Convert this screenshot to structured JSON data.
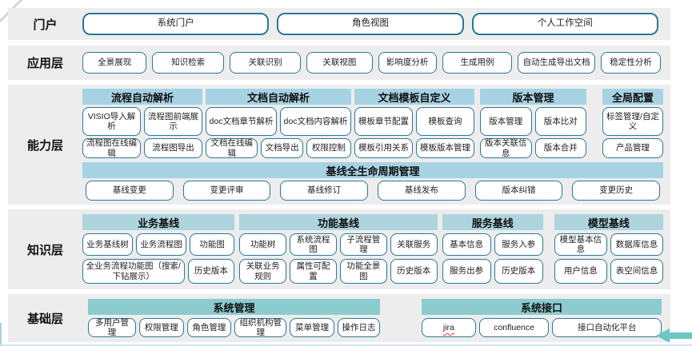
{
  "colors": {
    "band_bg": "#ededed",
    "header_blue": "#a6d3e4",
    "header_knowledge": "#aed4de",
    "header_teal": "#8ccbce",
    "box_border": "#2a7894",
    "arrow": "#6ec5c3",
    "bottom_line": "#cfe4f0"
  },
  "portal": {
    "label": "门户",
    "items": [
      "系统门户",
      "角色视图",
      "个人工作空间"
    ]
  },
  "application": {
    "label": "应用层",
    "items": [
      "全景展现",
      "知识检索",
      "关联识别",
      "关联视图",
      "影响度分析",
      "生成用例",
      "自动生成导出文档",
      "稳定性分析"
    ]
  },
  "capability": {
    "label": "能力层",
    "groups": [
      {
        "title": "流程自动解析",
        "rows": [
          [
            "VISIO导入解析",
            "流程图前端展示"
          ],
          [
            "流程图在线编辑",
            "流程图导出"
          ]
        ]
      },
      {
        "title": "文档自动解析",
        "rows": [
          [
            "doc文档章节解析",
            "doc文档内容解析"
          ],
          [
            "文档在线编辑",
            "文档导出",
            "权限控制"
          ]
        ]
      },
      {
        "title": "文档模板自定义",
        "rows": [
          [
            "模板章节配置",
            "模板查询"
          ],
          [
            "模板引用关系",
            "模板版本管理"
          ]
        ]
      },
      {
        "title": "版本管理",
        "rows": [
          [
            "版本管理",
            "版本比对"
          ],
          [
            "版本关联信息",
            "版本合并"
          ]
        ]
      },
      {
        "title": "全局配置",
        "rows": [
          [
            "标签管理/自定义"
          ],
          [
            "产品管理"
          ]
        ]
      }
    ],
    "baseline": {
      "title": "基线全生命周期管理",
      "items": [
        "基线变更",
        "变更评审",
        "基线修订",
        "基线发布",
        "版本纠错",
        "变更历史"
      ]
    }
  },
  "knowledge": {
    "label": "知识层",
    "groups": [
      {
        "title": "业务基线",
        "rows": [
          [
            "业务基线树",
            "业务流程图",
            "功能图"
          ],
          [
            "全业务流程功能图（搜索/下钻展示）",
            "历史版本"
          ]
        ]
      },
      {
        "title": "功能基线",
        "rows": [
          [
            "功能树",
            "系统流程图",
            "子流程管理",
            "关联服务"
          ],
          [
            "关联业务规则",
            "属性可配置",
            "功能全景图",
            "历史版本"
          ]
        ]
      },
      {
        "title": "服务基线",
        "rows": [
          [
            "基本信息",
            "服务入参"
          ],
          [
            "服务出参",
            "历史版本"
          ]
        ]
      },
      {
        "title": "模型基线",
        "rows": [
          [
            "模型基本信息",
            "数据库信息"
          ],
          [
            "用户信息",
            "表空间信息"
          ]
        ]
      }
    ]
  },
  "foundation": {
    "label": "基础层",
    "groups": [
      {
        "title": "系统管理",
        "items": [
          "多用户管理",
          "权限管理",
          "角色管理",
          "组织机构管理",
          "菜单管理",
          "操作日志"
        ]
      },
      {
        "title": "系统接口",
        "items": [
          "jira",
          "confluence",
          "接口自动化平台"
        ]
      }
    ]
  }
}
